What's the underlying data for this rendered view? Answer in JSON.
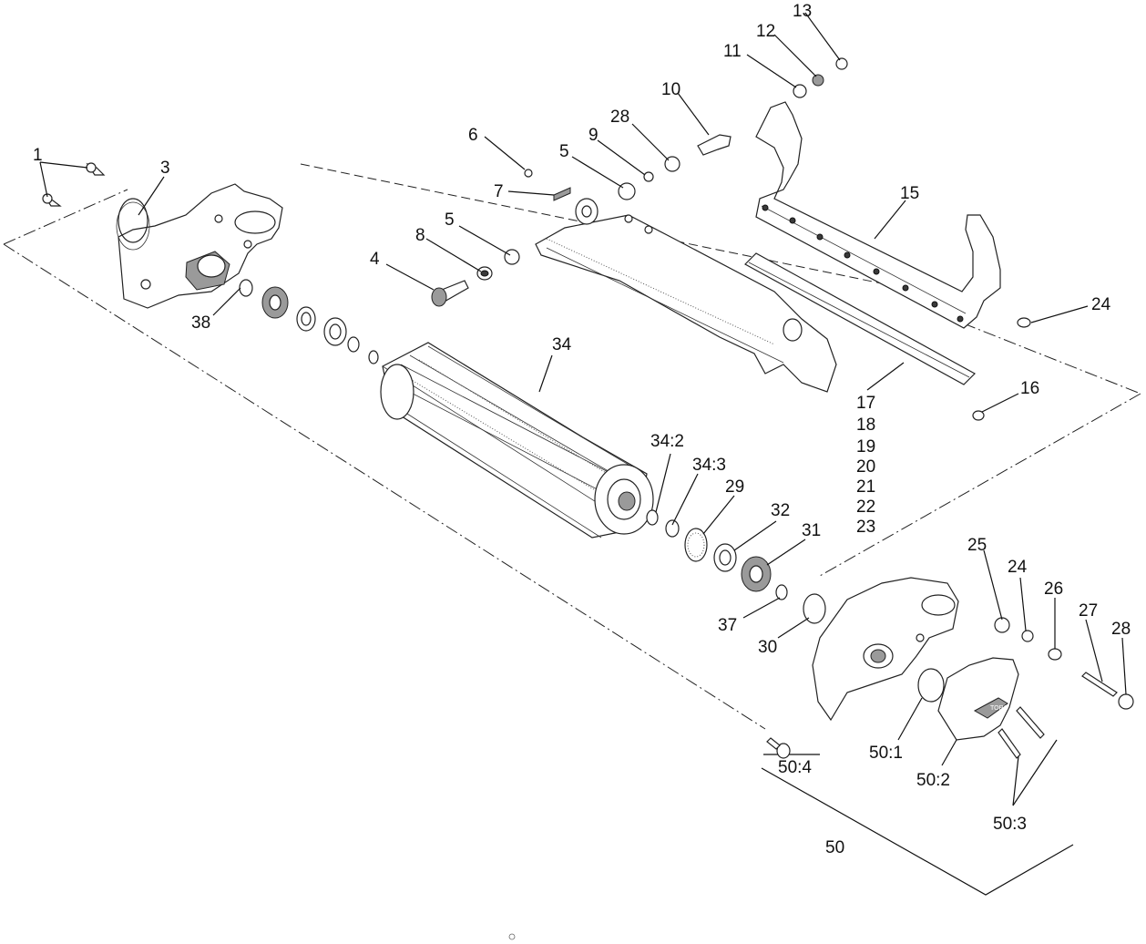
{
  "callouts": {
    "c1": "1",
    "c3": "3",
    "c4": "4",
    "c5a": "5",
    "c5b": "5",
    "c6": "6",
    "c7": "7",
    "c8": "8",
    "c9": "9",
    "c10": "10",
    "c11": "11",
    "c12": "12",
    "c13": "13",
    "c15": "15",
    "c16": "16",
    "c17": "17",
    "c18": "18",
    "c19": "19",
    "c20": "20",
    "c21": "21",
    "c22": "22",
    "c23": "23",
    "c24a": "24",
    "c24b": "24",
    "c25": "25",
    "c26": "26",
    "c27": "27",
    "c28a": "28",
    "c28b": "28",
    "c29": "29",
    "c30": "30",
    "c31": "31",
    "c32": "32",
    "c34": "34",
    "c34_2": "34:2",
    "c34_3": "34:3",
    "c37": "37",
    "c38": "38",
    "c50": "50",
    "c50_1": "50:1",
    "c50_2": "50:2",
    "c50_3": "50:3",
    "c50_4": "50:4"
  },
  "brand_mark": "TORO"
}
